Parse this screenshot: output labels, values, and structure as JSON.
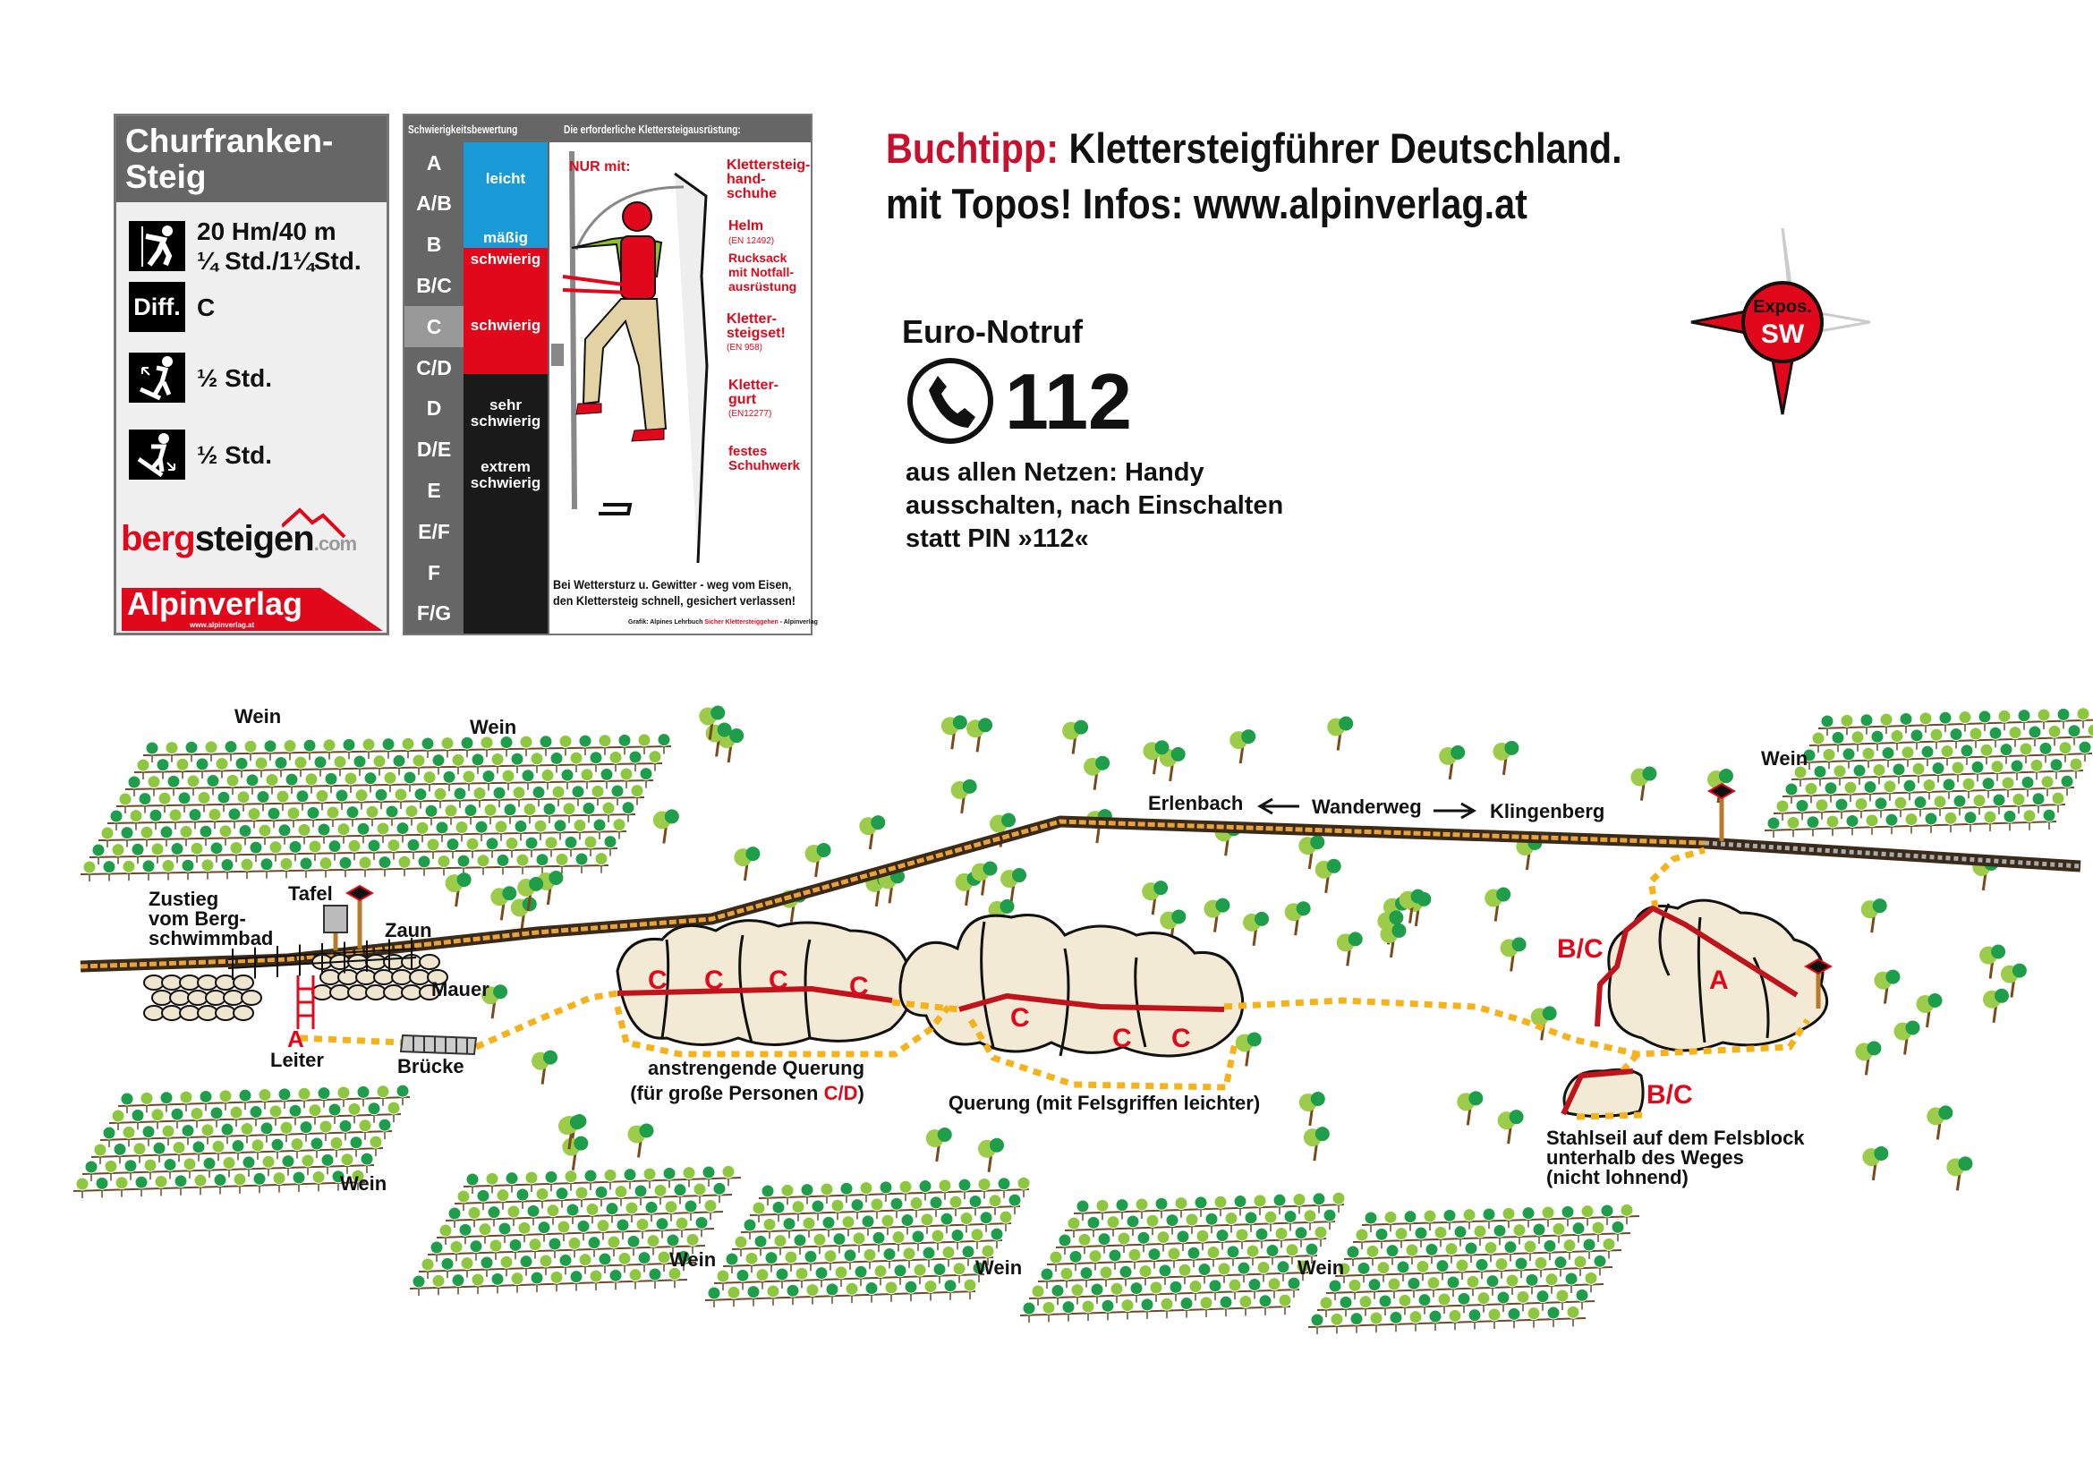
{
  "info": {
    "title_line1": "Churfranken-",
    "title_line2": "Steig",
    "height_length": "20 Hm/40 m",
    "times": "¼ Std./1¼Std.",
    "diff_label": "Diff.",
    "difficulty": "C",
    "approach_time": "½ Std.",
    "descent_time": "½ Std.",
    "logo_bergsteigen": "bergsteigen.com",
    "logo_alpinverlag": "Alpinverlag",
    "logo_alpinverlag_url": "www.alpinverlag.at"
  },
  "grades": {
    "header_left": "Schwierigkeitsbewertung",
    "header_right": "Die erforderliche Klettersteigausrüstung:",
    "scale": [
      "A",
      "A/B",
      "B",
      "B/C",
      "C",
      "C/D",
      "D",
      "D/E",
      "E",
      "E/F",
      "F",
      "F/G"
    ],
    "highlighted": "C",
    "bands": {
      "leicht": "leicht",
      "maessig": "mäßig",
      "schwierig1": "schwierig",
      "schwierig2": "schwierig",
      "sehr1": "sehr",
      "sehr2": "schwierig",
      "extrem1": "extrem",
      "extrem2": "schwierig"
    },
    "colors": {
      "blue": "#1a9bd7",
      "red": "#e0081a",
      "black": "#1a1a1a"
    },
    "equipment": {
      "nur_mit": "NUR mit:",
      "gloves": [
        "Klettersteig-",
        "hand-",
        "schuhe"
      ],
      "helmet": "Helm",
      "helmet_norm": "(EN 12492)",
      "backpack": [
        "Rucksack",
        "mit Notfall-",
        "ausrüstung"
      ],
      "set": [
        "Kletter-",
        "steigset!"
      ],
      "set_norm": "(EN 958)",
      "harness": [
        "Kletter-",
        "gurt"
      ],
      "harness_norm": "(EN12277)",
      "shoes": [
        "festes",
        "Schuhwerk"
      ]
    },
    "warning_line1": "Bei Wettersturz u. Gewitter - weg vom Eisen,",
    "warning_line2": "den Klettersteig schnell, gesichert verlassen!",
    "credit_prefix": "Grafik: Alpines Lehrbuch ",
    "credit_book": "Sicher Klettersteiggehen",
    "credit_suffix": " - Alpinverlag"
  },
  "buchtipp": {
    "label": "Buchtipp:",
    "line1_rest": " Klettersteigführer Deutschland.",
    "line2": "mit Topos! Infos: www.alpinverlag.at"
  },
  "notruf": {
    "heading": "Euro-Notruf",
    "number": "112",
    "text": "aus allen Netzen: Handy ausschalten, nach Einschalten statt PIN »112«"
  },
  "compass": {
    "label": "Expos.",
    "direction": "SW"
  },
  "map": {
    "wein": "Wein",
    "erlenbach": "Erlenbach",
    "wanderweg": "Wanderweg",
    "klingenberg": "Klingenberg",
    "zustieg": [
      "Zustieg",
      "vom Berg-",
      "schwimmbad"
    ],
    "tafel": "Tafel",
    "zaun": "Zaun",
    "mauer": "Mauer",
    "leiter": "Leiter",
    "start": "A",
    "bruecke": "Brücke",
    "c": "C",
    "bc": "B/C",
    "a": "A",
    "querung1_line1": "anstrengende Querung",
    "querung1_line2_pre": "(für große Personen ",
    "querung1_grade": "C/D",
    "querung1_line2_post": ")",
    "querung2": "Querung (mit Felsgriffen leichter)",
    "stahlseil": [
      "Stahlseil auf dem Felsblock",
      "unterhalb des Weges",
      "(nicht lohnend)"
    ]
  }
}
